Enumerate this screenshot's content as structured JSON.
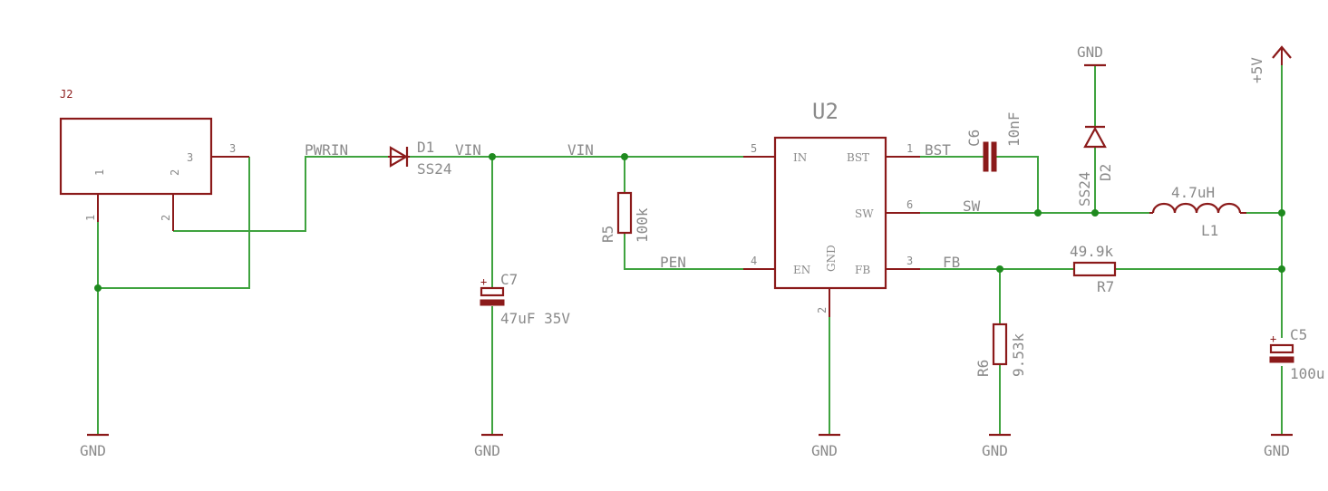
{
  "colors": {
    "wire": "#3fa33f",
    "component": "#8b1a1a",
    "text": "#8a8a8a",
    "junction": "#1f8a1f"
  },
  "connector": {
    "ref": "J2",
    "pins": [
      "1",
      "2",
      "3"
    ]
  },
  "nets": {
    "pwrin": "PWRIN",
    "vin_a": "VIN",
    "vin_b": "VIN",
    "pen": "PEN",
    "bst": "BST",
    "sw": "SW",
    "fb": "FB",
    "vout": "+5V",
    "gnd": "GND"
  },
  "diode_d1": {
    "ref": "D1",
    "value": "SS24"
  },
  "diode_d2": {
    "ref": "D2",
    "value": "SS24"
  },
  "cap_c7": {
    "ref": "C7",
    "value": "47uF 35V",
    "polarity": "+"
  },
  "cap_c6": {
    "ref": "C6",
    "value": "10nF"
  },
  "cap_c5": {
    "ref": "C5",
    "value": "100u",
    "polarity": "+"
  },
  "res_r5": {
    "ref": "R5",
    "value": "100k"
  },
  "res_r6": {
    "ref": "R6",
    "value": "9.53k"
  },
  "res_r7": {
    "ref": "R7",
    "value": "49.9k"
  },
  "inductor_l1": {
    "ref": "L1",
    "value": "4.7uH"
  },
  "ic_u2": {
    "ref": "U2",
    "pins": {
      "in": {
        "name": "IN",
        "num": "5"
      },
      "en": {
        "name": "EN",
        "num": "4"
      },
      "gnd": {
        "name": "GND",
        "num": "2"
      },
      "bst": {
        "name": "BST",
        "num": "1"
      },
      "sw": {
        "name": "SW",
        "num": "6"
      },
      "fb": {
        "name": "FB",
        "num": "3"
      }
    }
  }
}
